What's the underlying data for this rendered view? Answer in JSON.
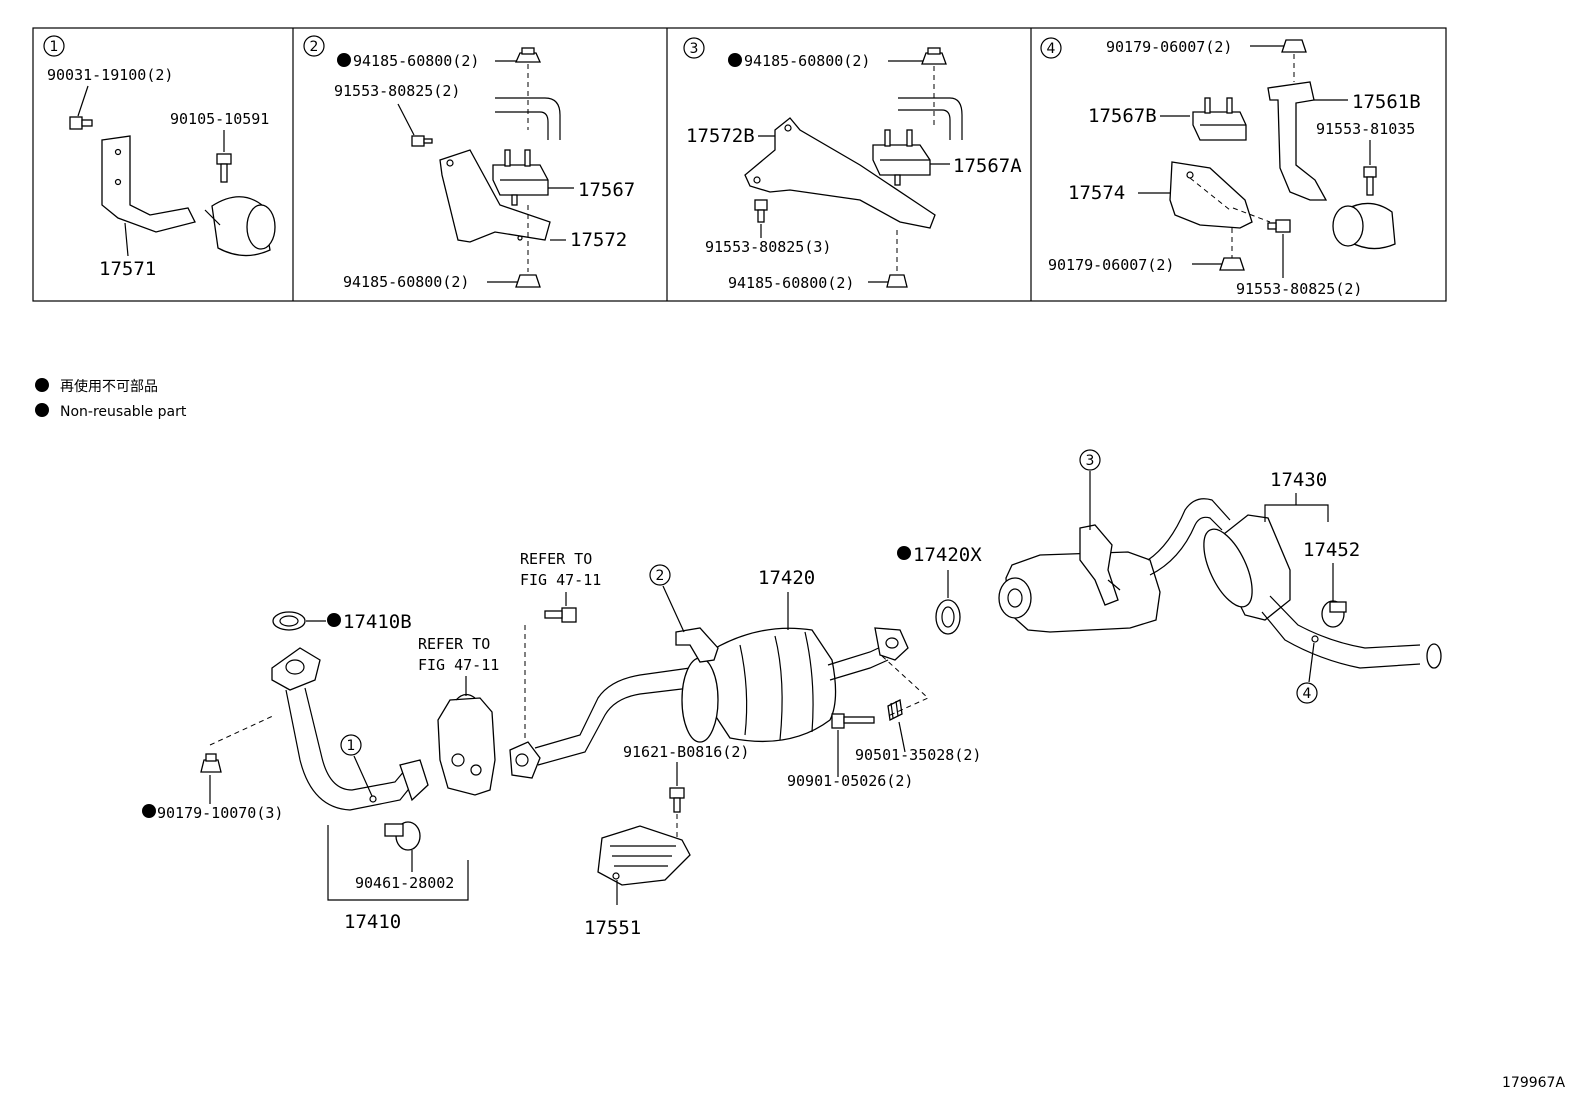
{
  "drawing_id": "179967A",
  "legend": {
    "japanese": "再使用不可部品",
    "english": "Non-reusable part"
  },
  "panels": [
    {
      "num": "1",
      "labels": {
        "p1": "90031-19100(2)",
        "p2": "90105-10591",
        "p3": "17571"
      }
    },
    {
      "num": "2",
      "labels": {
        "p1": "94185-60800(2)",
        "p2": "91553-80825(2)",
        "p3": "17567",
        "p4": "17572",
        "p5": "94185-60800(2)"
      }
    },
    {
      "num": "3",
      "labels": {
        "p1": "94185-60800(2)",
        "p2": "17572B",
        "p3": "17567A",
        "p4": "91553-80825(3)",
        "p5": "94185-60800(2)"
      }
    },
    {
      "num": "4",
      "labels": {
        "p1": "90179-06007(2)",
        "p2": "17561B",
        "p3": "17567B",
        "p4": "91553-81035",
        "p5": "17574",
        "p6": "90179-06007(2)",
        "p7": "91553-80825(2)"
      }
    }
  ],
  "main": {
    "p17410B": "17410B",
    "p90179": "90179-10070(3)",
    "p90461": "90461-28002",
    "p17410": "17410",
    "refer1_l1": "REFER TO",
    "refer1_l2": "FIG 47-11",
    "refer2_l1": "REFER TO",
    "refer2_l2": "FIG 47-11",
    "p17420": "17420",
    "p91621": "91621-B0816(2)",
    "p17551": "17551",
    "p90501": "90501-35028(2)",
    "p90901": "90901-05026(2)",
    "p17420X": "17420X",
    "p17430": "17430",
    "p17452": "17452",
    "c1": "1",
    "c2": "2",
    "c3": "3",
    "c4": "4"
  }
}
